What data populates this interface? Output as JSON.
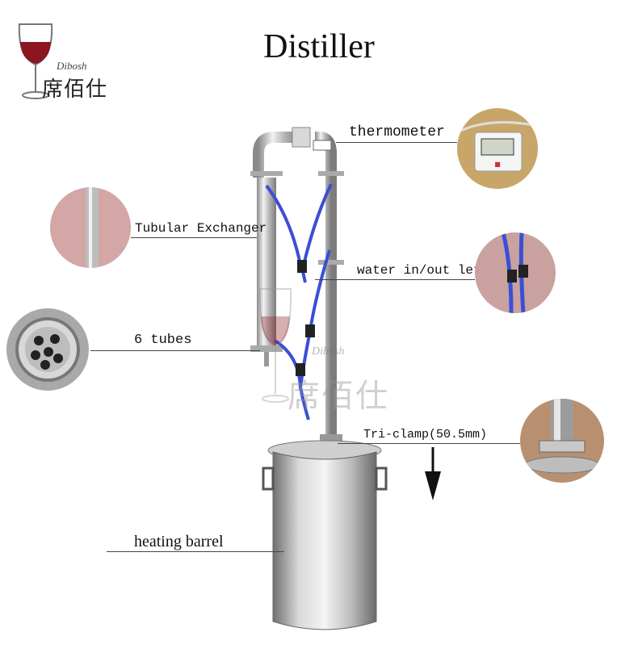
{
  "title": "Distiller",
  "logo": {
    "brand": "Dibosh",
    "chinese": "席佰仕"
  },
  "watermark": {
    "brand": "Dibosh",
    "chinese": "席佰仕"
  },
  "labels": {
    "thermometer": "thermometer",
    "tubular_exchanger": "Tubular Exchanger",
    "water_inlet": "water in/out let",
    "six_tubes": "6 tubes",
    "tri_clamp": "Tri-clamp(50.5mm)",
    "heating_barrel": "heating barrel"
  },
  "colors": {
    "wine": "#8b1620",
    "tube": "#3a4fd6",
    "steel": "#c8c8c8"
  }
}
